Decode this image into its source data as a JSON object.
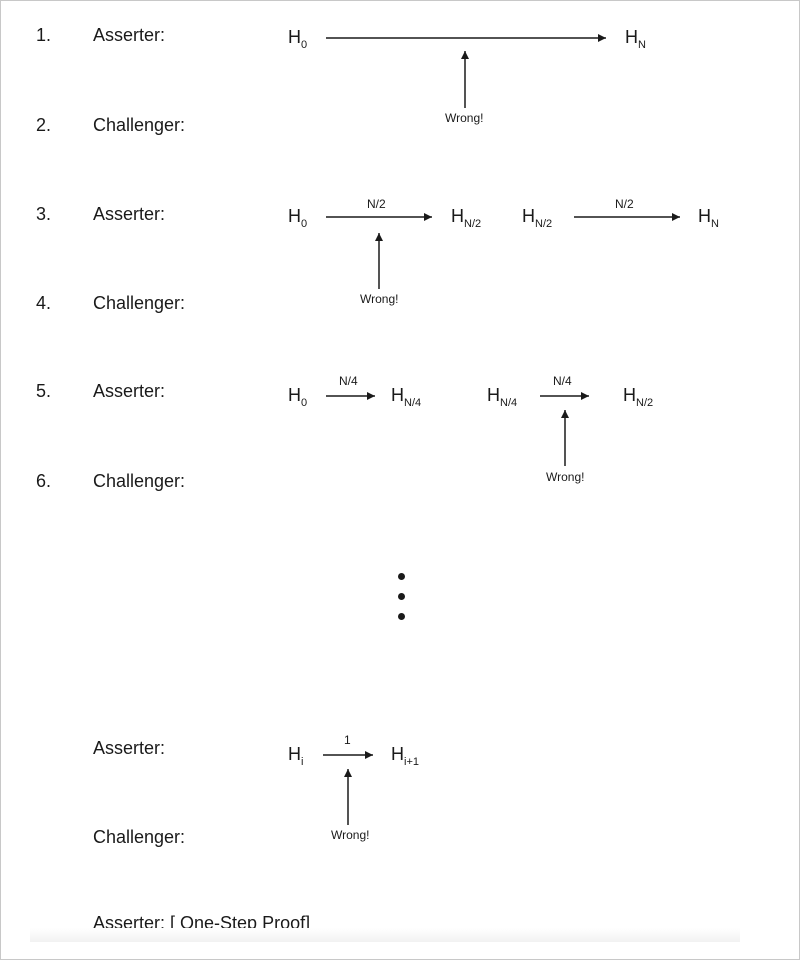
{
  "rows": [
    {
      "number": "1.",
      "role": "Asserter:"
    },
    {
      "number": "2.",
      "role": "Challenger:"
    },
    {
      "number": "3.",
      "role": "Asserter:"
    },
    {
      "number": "4.",
      "role": "Challenger:"
    },
    {
      "number": "5.",
      "role": "Asserter:"
    },
    {
      "number": "6.",
      "role": "Challenger:"
    },
    {
      "number": "",
      "role": "Asserter:"
    },
    {
      "number": "",
      "role": "Challenger:"
    }
  ],
  "final_line": "Asserter: [ One-Step Proof]",
  "symbols": {
    "H": "H",
    "sub_0": "0",
    "sub_N": "N",
    "sub_N2": "N/2",
    "sub_N4": "N/4",
    "sub_i": "i",
    "sub_i1": "i+1"
  },
  "step_labels": {
    "half": "N/2",
    "quarter": "N/4",
    "one": "1"
  },
  "wrong_label": "Wrong!"
}
